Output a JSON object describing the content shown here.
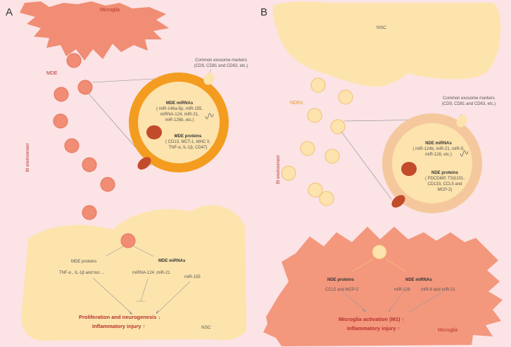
{
  "panel_a": {
    "letter": "A",
    "microglia_label": "Microglia",
    "nde_label": "MDE",
    "environment_label": "BI environment",
    "markers_title": "Common exosome markers",
    "markers_list": "(CD9, CD81 and CD63, etc.)",
    "mirnas_title": "MDE miRNAs",
    "mirnas_lines": [
      "( miR-146a-5p, miR-155,",
      "miRNA-124, miR-21,",
      "miR-126b, etc.)"
    ],
    "proteins_title": "MDE proteins",
    "proteins_lines": [
      "( CD13, MCT-1, MHC II,",
      "TNF-α, IL-1β, CD47)"
    ],
    "nsc_proteins_title": "MDE proteins",
    "nsc_proteins_items": "TNF-α , IL-1β and too ...",
    "nsc_mirnas_title": "MDE miRNAs",
    "nsc_mirnas_items": "miRNA-124 ,miR-21",
    "nsc_mir155": "miR-155",
    "outcome_1": "Proliferation and neurogenesis",
    "outcome_1_arrow": "↓",
    "outcome_2": "Inflammatory injury",
    "outcome_2_arrow": "↑",
    "nsc_label": "NSC"
  },
  "panel_b": {
    "letter": "B",
    "nsc_label": "NSC",
    "nde_label": "NDEs",
    "environment_label": "BI environment",
    "markers_title": "Common exosome markers",
    "markers_list": "(CD9, CD81 and CD63, etc.)",
    "mirnas_title": "NDE miRNAs",
    "mirnas_lines": [
      "( miR-124b, miR-21, miR-9,",
      "miR-128, etc.)"
    ],
    "proteins_title": "NDE proteins",
    "proteins_lines": [
      "( PDCD6IP, TSG101,",
      "CD133, CCL5 and",
      "MCP-2)"
    ],
    "mg_proteins_title": "NDE proteins",
    "mg_proteins_items": "CCL5 and MCP-2",
    "mg_mirnas_title": "NDE miRNAs",
    "mg_mir126": "miR-126",
    "mg_mir9_21": "miR-9 and miR-21",
    "outcome_1": "Microglia activation (M1)",
    "outcome_1_arrow": "↑",
    "outcome_2": "Inflammatory injury",
    "outcome_2_arrow": "↑",
    "microglia_label": "Microglia"
  },
  "colors": {
    "background": "#fbe3e6",
    "microglia": "#f08d74",
    "microglia_dark": "#f3977d",
    "nsc": "#fde4ad",
    "vesicle_light": "#fde3ad",
    "ring_a": "#f39c1f",
    "ring_b": "#f4c89c",
    "protein": "#c14b2b",
    "text_red": "#b7312c"
  }
}
